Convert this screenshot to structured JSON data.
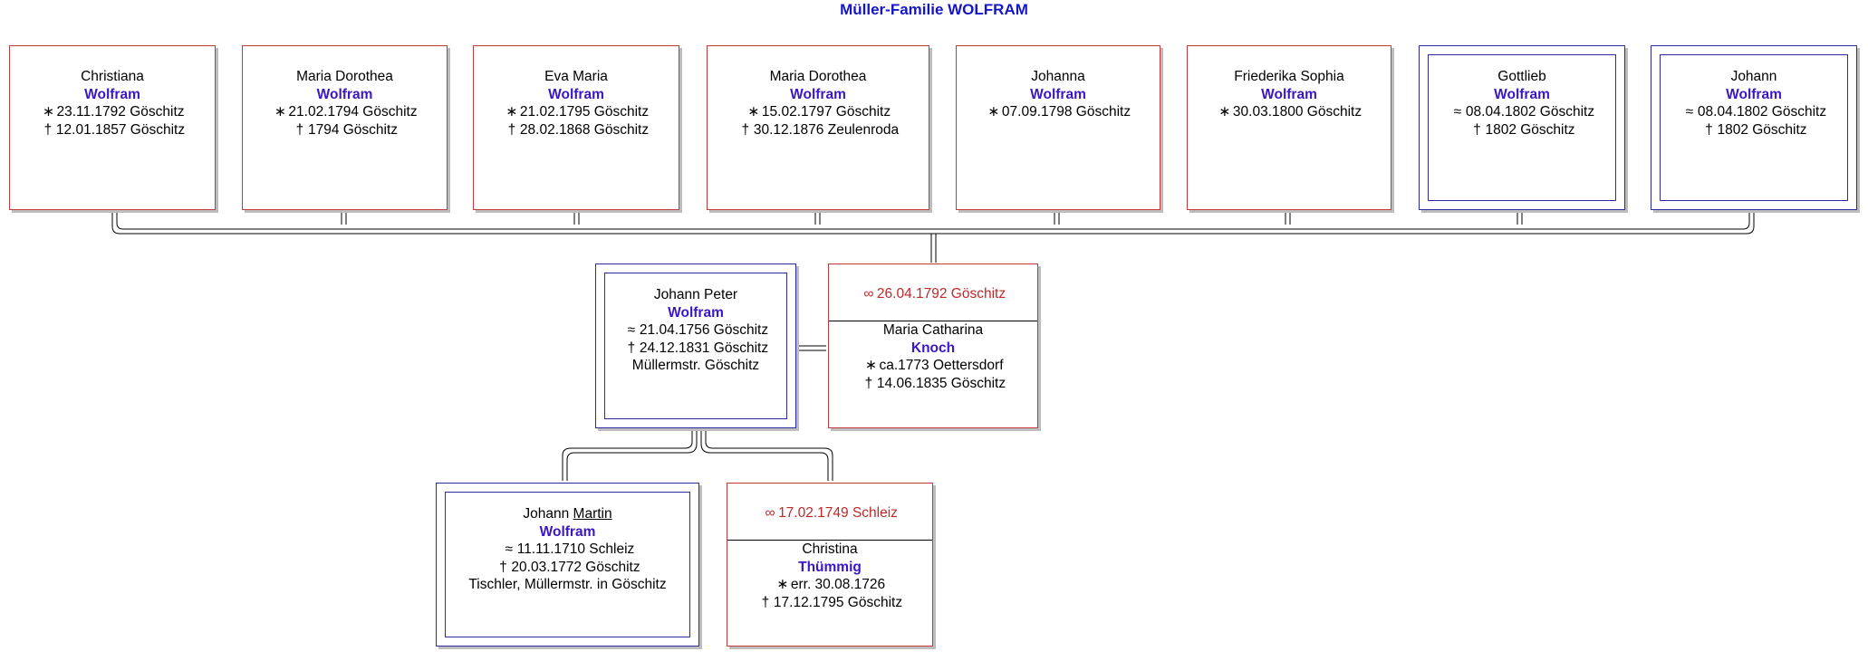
{
  "title": "Müller-Familie WOLFRAM",
  "symbols": {
    "birth": "∗",
    "baptism": "≈",
    "death": "†",
    "marriage": "∞"
  },
  "children": [
    {
      "first": "Christiana",
      "surname": "Wolfram",
      "l1sym": "∗",
      "l1": "23.11.1792 Göschitz",
      "l2sym": "†",
      "l2": "12.01.1857 Göschitz"
    },
    {
      "first": "Maria Dorothea",
      "surname": "Wolfram",
      "l1sym": "∗",
      "l1": "21.02.1794 Göschitz",
      "l2sym": "†",
      "l2": "1794 Göschitz"
    },
    {
      "first": "Eva Maria",
      "surname": "Wolfram",
      "l1sym": "∗",
      "l1": "21.02.1795 Göschitz",
      "l2sym": "†",
      "l2": "28.02.1868 Göschitz"
    },
    {
      "first": "Maria Dorothea",
      "surname": "Wolfram",
      "l1sym": "∗",
      "l1": "15.02.1797 Göschitz",
      "l2sym": "†",
      "l2": "30.12.1876 Zeulenroda"
    },
    {
      "first": "Johanna",
      "surname": "Wolfram",
      "l1sym": "∗",
      "l1": "07.09.1798 Göschitz"
    },
    {
      "first": "Friederika Sophia",
      "surname": "Wolfram",
      "l1sym": "∗",
      "l1": "30.03.1800 Göschitz"
    },
    {
      "first": "Gottlieb",
      "surname": "Wolfram",
      "l1sym": "≈",
      "l1": "08.04.1802 Göschitz",
      "l2sym": "†",
      "l2": "1802 Göschitz"
    },
    {
      "first": "Johann",
      "surname": "Wolfram",
      "l1sym": "≈",
      "l1": "08.04.1802 Göschitz",
      "l2sym": "†",
      "l2": "1802 Göschitz"
    }
  ],
  "father": {
    "first": "Johann Peter",
    "surname": "Wolfram",
    "l1sym": "≈",
    "l1": "21.04.1756 Göschitz",
    "l2sym": "†",
    "l2": "24.12.1831 Göschitz",
    "occupation": "Müllermstr. Göschitz"
  },
  "mother_marriage": {
    "sym": "∞",
    "text": "26.04.1792 Göschitz"
  },
  "mother": {
    "first": "Maria Catharina",
    "surname": "Knoch",
    "l1sym": "∗",
    "l1": "ca.1773 Oettersdorf",
    "l2sym": "†",
    "l2": "14.06.1835 Göschitz"
  },
  "grandfather": {
    "first_a": "Johann",
    "first_b": "Martin",
    "surname": "Wolfram",
    "l1sym": "≈",
    "l1": "11.11.1710 Schleiz",
    "l2sym": "†",
    "l2": "20.03.1772 Göschitz",
    "occupation": "Tischler, Müllermstr. in Göschitz"
  },
  "grandmother_marriage": {
    "sym": "∞",
    "text": "17.02.1749 Schleiz"
  },
  "grandmother": {
    "first": "Christina",
    "surname": "Thümmig",
    "l1sym": "∗",
    "l1": "err. 30.08.1726",
    "l2sym": "†",
    "l2": "17.12.1795 Göschitz"
  },
  "colors": {
    "title": "#1515c8",
    "surname": "#3a16c8",
    "female_border": "#c23a3a",
    "male_border": "#2c2ca0",
    "marriage": "#c0282a"
  }
}
